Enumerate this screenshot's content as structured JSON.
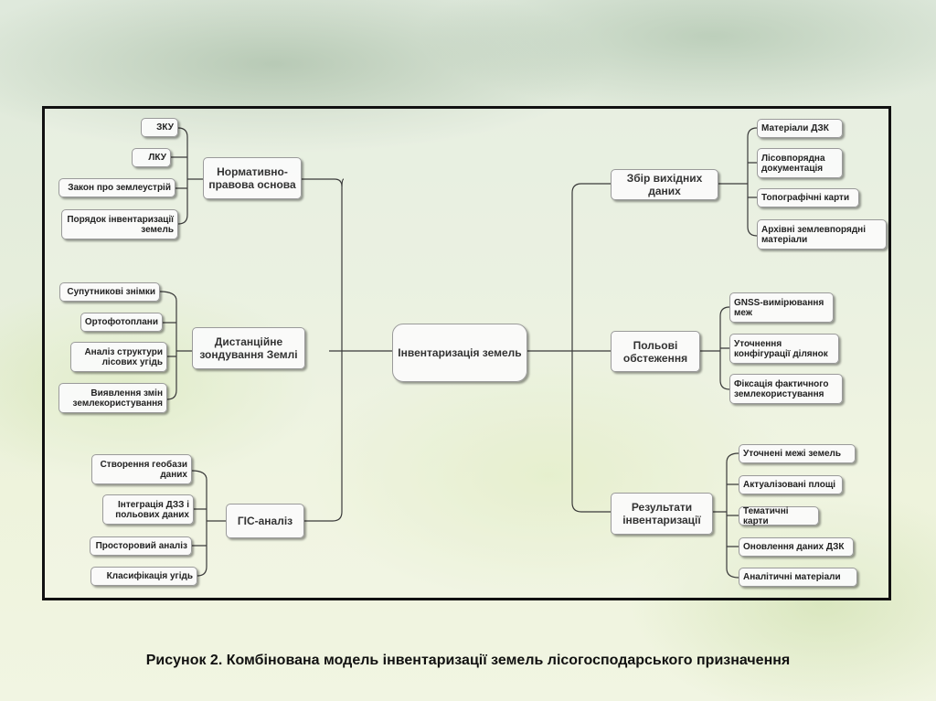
{
  "center": "Інвентаризація земель",
  "left_branches": [
    {
      "label": "Нормативно-правова основа",
      "items": [
        "ЗКУ",
        "ЛКУ",
        "Закон про землеустрій",
        "Порядок інвентаризації земель"
      ]
    },
    {
      "label": "Дистанційне зондування Землі",
      "items": [
        "Супутникові знімки",
        "Ортофотоплани",
        "Аналіз структури лісових угідь",
        "Виявлення змін землекористування"
      ]
    },
    {
      "label": "ГІС-аналіз",
      "items": [
        "Створення геобази даних",
        "Інтеграція ДЗЗ і польових даних",
        "Просторовий аналіз",
        "Класифікація угідь"
      ]
    }
  ],
  "right_branches": [
    {
      "label": "Збір вихідних даних",
      "items": [
        "Матеріали ДЗК",
        "Лісовпорядна документація",
        "Топографічні карти",
        "Архівні землевпорядні матеріали"
      ]
    },
    {
      "label": "Польові обстеження",
      "items": [
        "GNSS-вимірювання меж",
        "Уточнення конфігурації ділянок",
        "Фіксація фактичного землекористування"
      ]
    },
    {
      "label": "Результати інвентаризації",
      "items": [
        "Уточнені межі земель",
        "Актуалізовані площі",
        "Тематичні карти",
        "Оновлення даних ДЗК",
        "Аналітичні матеріали"
      ]
    }
  ],
  "caption": "Рисунок 2. Комбінована модель інвентаризації земель лісогосподарського призначення"
}
